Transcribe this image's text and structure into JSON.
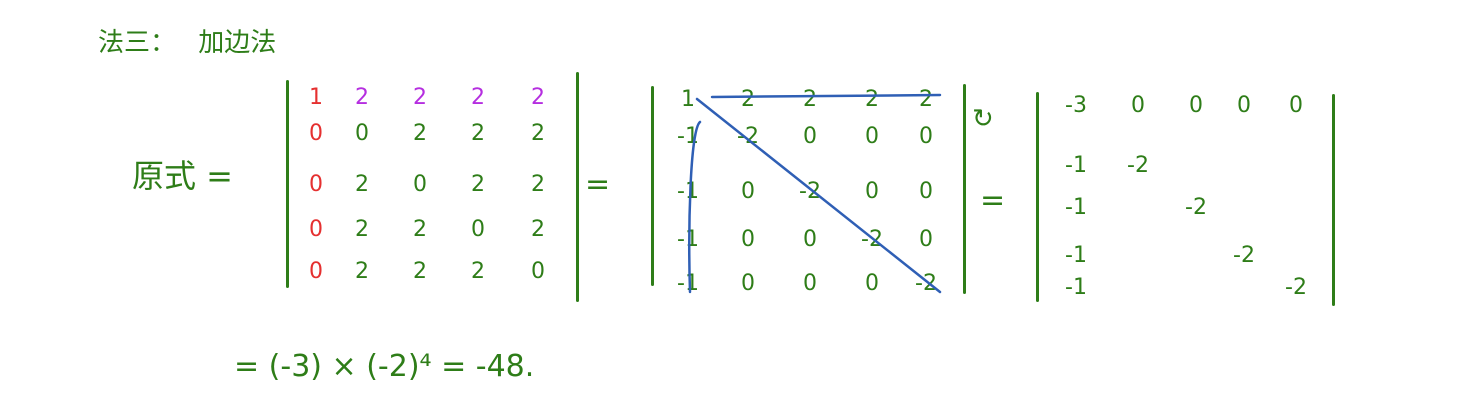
{
  "colors": {
    "ink_green": "#2e7d18",
    "ink_red": "#e53030",
    "ink_purple": "#b52ee0",
    "ink_blue": "#2f5fb5",
    "background": "#ffffff"
  },
  "heading": {
    "label": "法三：",
    "method": "加边法"
  },
  "lhs_label": "原式 =",
  "equals_sign": "=",
  "matrix_a": {
    "rows": [
      [
        "1",
        "2",
        "2",
        "2",
        "2"
      ],
      [
        "0",
        "0",
        "2",
        "2",
        "2"
      ],
      [
        "0",
        "2",
        "0",
        "2",
        "2"
      ],
      [
        "0",
        "2",
        "2",
        "0",
        "2"
      ],
      [
        "0",
        "2",
        "2",
        "2",
        "0"
      ]
    ],
    "first_column_color": "red",
    "first_row_color": "purple"
  },
  "matrix_b": {
    "rows": [
      [
        "1",
        "2",
        "2",
        "2",
        "2"
      ],
      [
        "-1",
        "-2",
        "0",
        "0",
        "0"
      ],
      [
        "-1",
        "0",
        "-2",
        "0",
        "0"
      ],
      [
        "-1",
        "0",
        "0",
        "-2",
        "0"
      ],
      [
        "-1",
        "0",
        "0",
        "0",
        "-2"
      ]
    ]
  },
  "rotate_mark": "↻",
  "matrix_c": {
    "rows": [
      [
        "-3",
        "0",
        "0",
        "0",
        "0"
      ],
      [
        "-1",
        "-2",
        "",
        "",
        ""
      ],
      [
        "-1",
        "",
        "-2",
        "",
        ""
      ],
      [
        "-1",
        "",
        "",
        "-2",
        ""
      ],
      [
        "-1",
        "",
        "",
        "",
        "-2"
      ]
    ]
  },
  "result_line": "= (-3) × (-2)⁴ = -48."
}
